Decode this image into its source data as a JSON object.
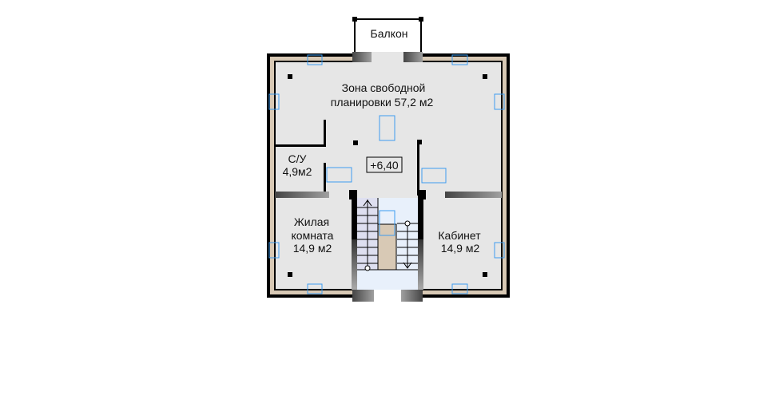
{
  "plan": {
    "balcony_label": "Балкон",
    "rooms": {
      "open_zone": {
        "line1": "Зона  свободной",
        "line2": "планировки  57,2 м2"
      },
      "bathroom": {
        "line1": "С/У",
        "line2": "4,9м2"
      },
      "living_room": {
        "line1": "Жилая",
        "line2": "комната",
        "line3": "14,9 м2"
      },
      "study": {
        "line1": "Кабинет",
        "line2": "14,9 м2"
      }
    },
    "level_mark": "+6,40"
  },
  "colors": {
    "wall_fill": "#d8c9b5",
    "floor": "#e6e6e6",
    "stair": "#e8f0fb",
    "window": "#3d9cf0"
  }
}
